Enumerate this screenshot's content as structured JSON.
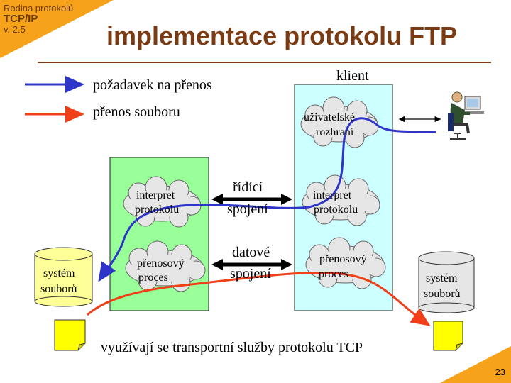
{
  "header": {
    "series_line1": "Rodina protokolů",
    "series_line2": "TCP/IP",
    "series_line3": "v. 2.5"
  },
  "title": "implementace protokolu FTP",
  "legend": {
    "request": "požadavek na přenos",
    "transfer": "přenos souboru"
  },
  "client_label": "klient",
  "server": {
    "interpreter": [
      "interpret",
      "protokolu"
    ],
    "transfer": [
      "přenosový",
      "proces"
    ]
  },
  "client": {
    "ui": [
      "uživatelské",
      "rozhraní"
    ],
    "interpreter": [
      "interpret",
      "protokolu"
    ],
    "transfer": [
      "přenosový",
      "proces"
    ]
  },
  "connections": {
    "control": [
      "řídící",
      "spojení"
    ],
    "data": [
      "datové",
      "spojení"
    ]
  },
  "filesystem": [
    "systém",
    "souborů"
  ],
  "footer_note": "využívají se transportní služby protokolu TCP",
  "page_number": "23",
  "colors": {
    "request": "#2e35c8",
    "transfer": "#f0401a",
    "server_box": "#99ff99",
    "client_box": "#ccffff",
    "accent": "#f7a21b",
    "title": "#7a3a12"
  }
}
